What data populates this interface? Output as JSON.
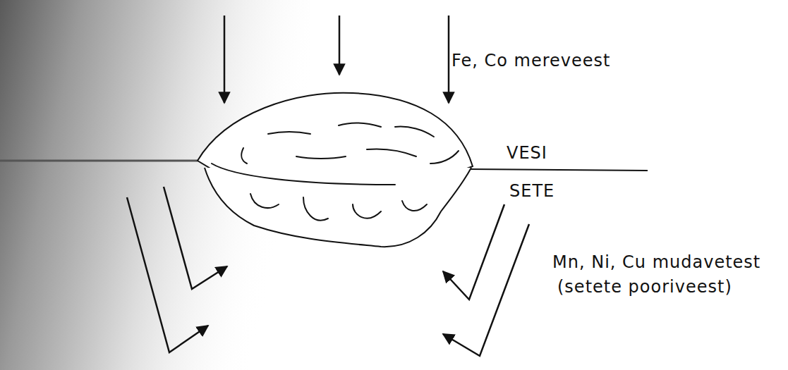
{
  "diagram": {
    "labels": [
      "Fe, Co mereveest",
      "VESI",
      "SETE",
      "Mn, Ni, Cu mudavetest",
      "(setete pooriveest)"
    ]
  }
}
